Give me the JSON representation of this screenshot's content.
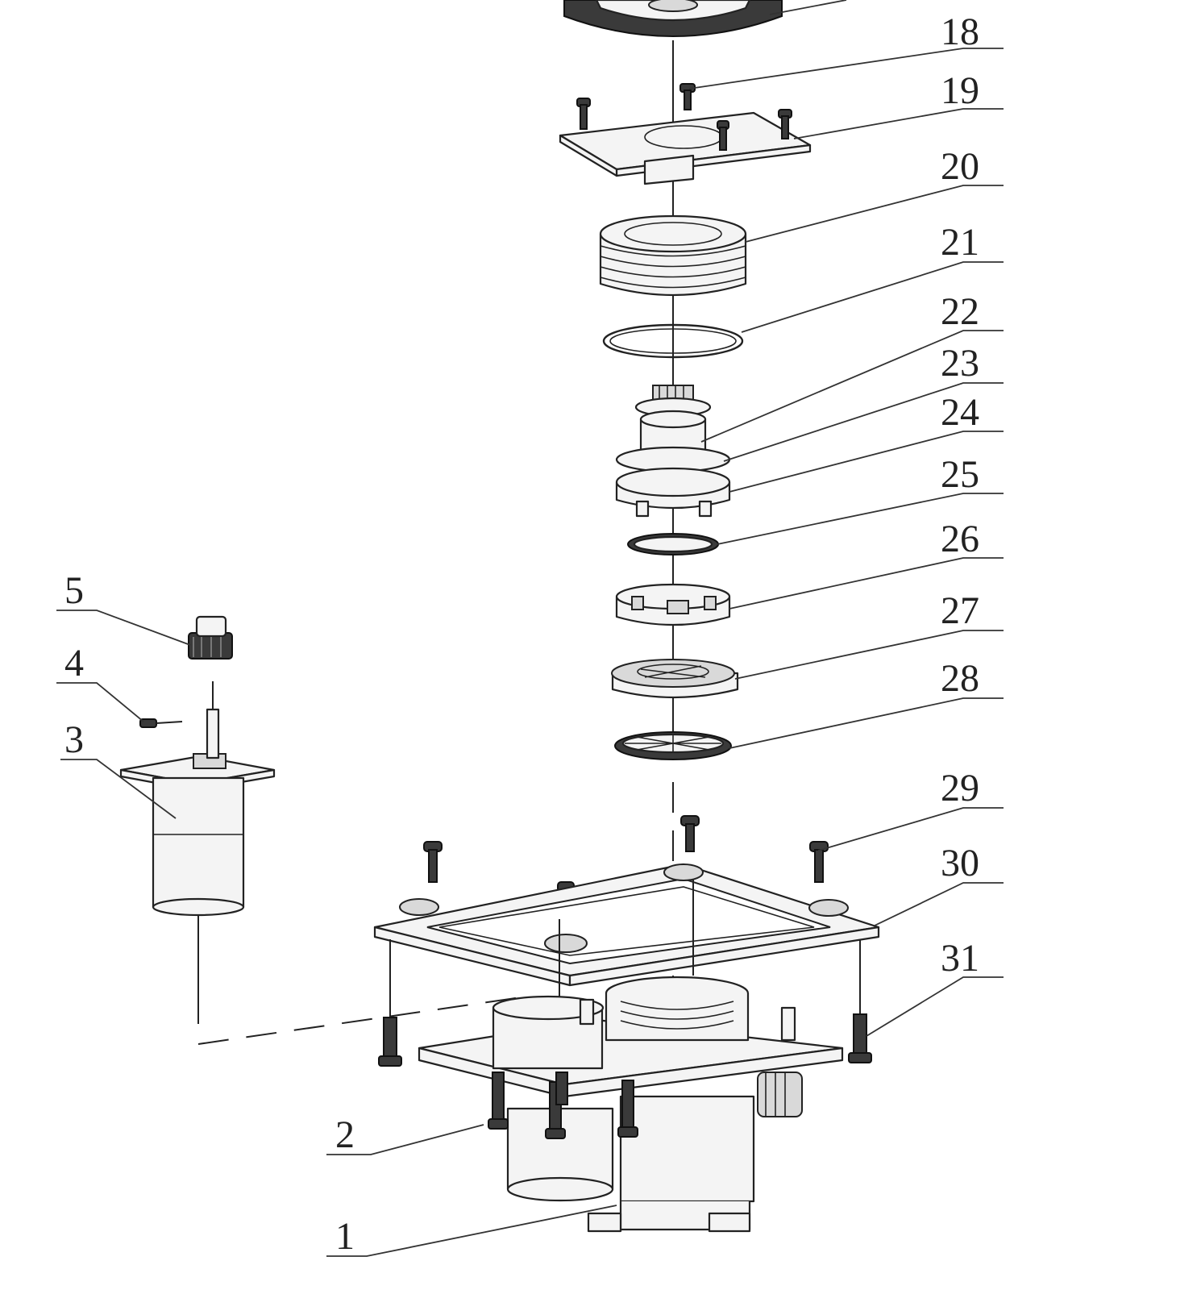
{
  "callouts": [
    {
      "id": "1",
      "label": "1"
    },
    {
      "id": "2",
      "label": "2"
    },
    {
      "id": "3",
      "label": "3"
    },
    {
      "id": "4",
      "label": "4"
    },
    {
      "id": "5",
      "label": "5"
    },
    {
      "id": "18",
      "label": "18"
    },
    {
      "id": "19",
      "label": "19"
    },
    {
      "id": "20",
      "label": "20"
    },
    {
      "id": "21",
      "label": "21"
    },
    {
      "id": "22",
      "label": "22"
    },
    {
      "id": "23",
      "label": "23"
    },
    {
      "id": "24",
      "label": "24"
    },
    {
      "id": "25",
      "label": "25"
    },
    {
      "id": "26",
      "label": "26"
    },
    {
      "id": "27",
      "label": "27"
    },
    {
      "id": "28",
      "label": "28"
    },
    {
      "id": "29",
      "label": "29"
    },
    {
      "id": "30",
      "label": "30"
    },
    {
      "id": "31",
      "label": "31"
    }
  ],
  "colors": {
    "line": "#222222",
    "background": "#ffffff"
  }
}
